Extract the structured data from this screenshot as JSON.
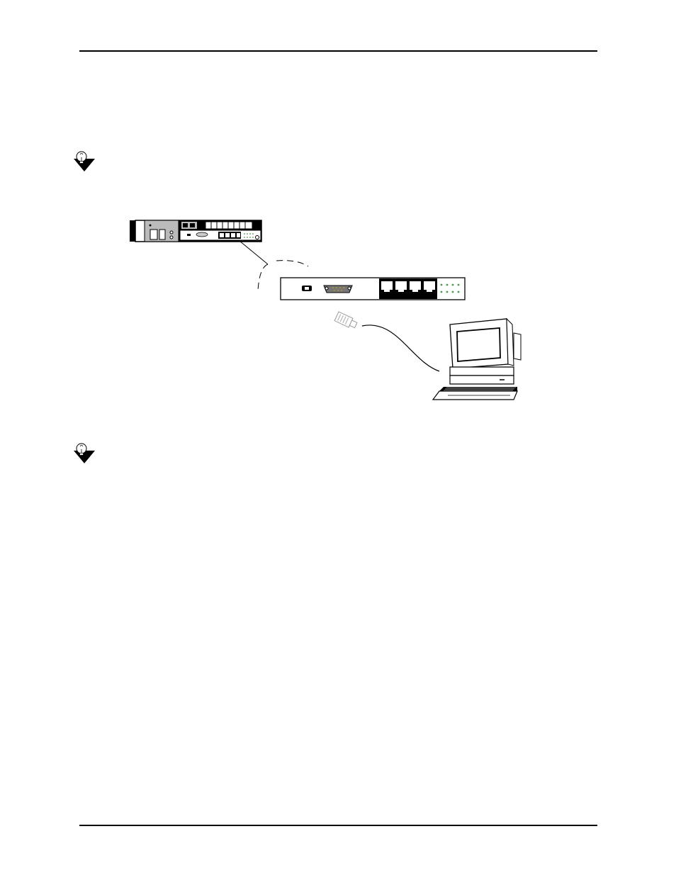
{
  "page": {
    "header_rule": "",
    "footer_rule": ""
  },
  "notes": [
    {
      "icon": "lightbulb-note-icon"
    },
    {
      "icon": "lightbulb-note-icon"
    }
  ],
  "diagram": {
    "devices": [
      {
        "name": "chassis-front-panel"
      },
      {
        "name": "module-front-panel"
      },
      {
        "name": "management-terminal"
      }
    ]
  }
}
